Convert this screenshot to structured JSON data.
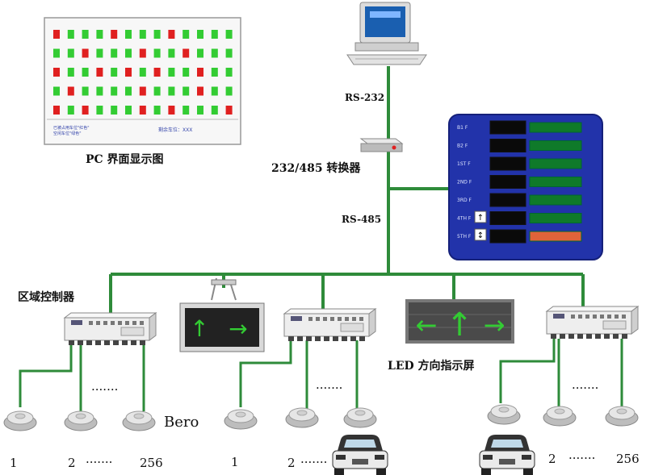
{
  "labels": {
    "pc_interface_caption": "PC 界面显示图",
    "rs232": "RS-232",
    "converter": "232/485 转换器",
    "rs485": "RS-485",
    "zone_controller": "区域控制器",
    "led_sign": "LED 方向指示屏",
    "sensor": "Bero",
    "pc_legend_left": "已被占用车位\"红色\"\n空闲车位\"绿色\"",
    "pc_legend_right": "剩余车位：XXX"
  },
  "numbering": {
    "group1_first": "1",
    "group1_second": "2",
    "group1_last": "256",
    "group2_first": "1",
    "group2_second": "2",
    "group3_second": "2",
    "group3_last": "256",
    "ellipsis": "·······"
  },
  "pc_grid": {
    "rows": [
      [
        "r",
        "g",
        "g",
        "g",
        "r",
        "g",
        "g",
        "g",
        "r",
        "g",
        "g",
        "g",
        "g"
      ],
      [
        "g",
        "g",
        "r",
        "g",
        "g",
        "g",
        "r",
        "g",
        "g",
        "r",
        "g",
        "g",
        "g"
      ],
      [
        "r",
        "g",
        "g",
        "r",
        "g",
        "r",
        "g",
        "r",
        "g",
        "g",
        "r",
        "g",
        "g"
      ],
      [
        "g",
        "r",
        "g",
        "g",
        "g",
        "g",
        "r",
        "g",
        "g",
        "g",
        "r",
        "g",
        "g"
      ],
      [
        "r",
        "g",
        "r",
        "g",
        "g",
        "g",
        "r",
        "g",
        "r",
        "g",
        "g",
        "g",
        "r"
      ]
    ]
  },
  "display_panel": {
    "rows": [
      "B1 F",
      "B2 F",
      "1ST F",
      "2ND F",
      "3RD F",
      "4TH F",
      "5TH F"
    ]
  },
  "colors": {
    "bus_green": "#2e8b3a",
    "occupied": "#e02020",
    "free": "#33cc33",
    "panel_blue": "#2233aa"
  }
}
